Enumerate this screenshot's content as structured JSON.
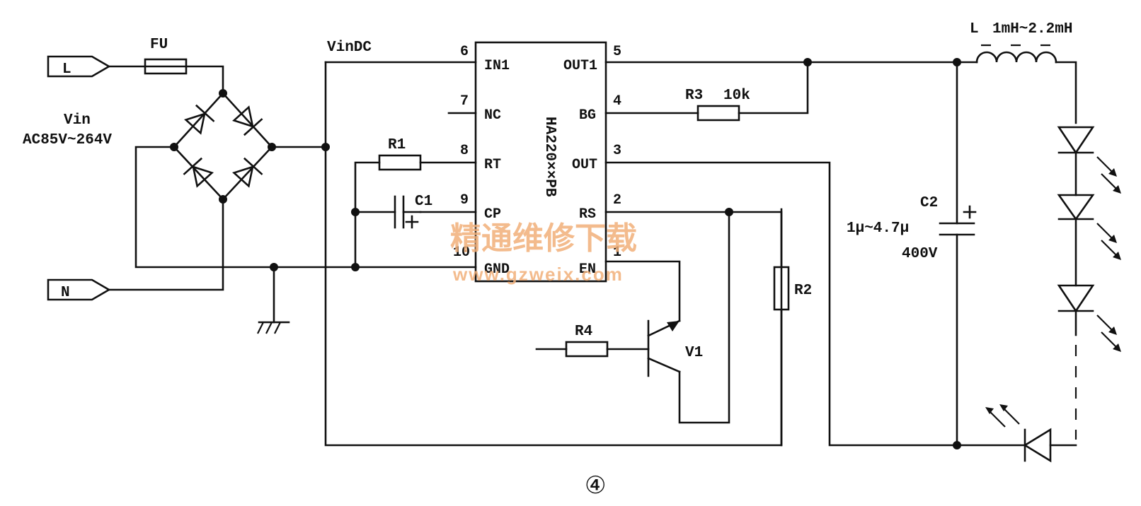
{
  "terminals": {
    "line": "L",
    "neutral": "N"
  },
  "fuse": {
    "label": "FU"
  },
  "input": {
    "title": "Vin",
    "range": "AC85V~264V"
  },
  "bus": {
    "label": "VinDC"
  },
  "ic": {
    "part": "HA220××PB",
    "left_pins": [
      {
        "num": "6",
        "name": "IN1"
      },
      {
        "num": "7",
        "name": "NC"
      },
      {
        "num": "8",
        "name": "RT"
      },
      {
        "num": "9",
        "name": "CP"
      },
      {
        "num": "10",
        "name": "GND"
      }
    ],
    "right_pins": [
      {
        "num": "5",
        "name": "OUT1"
      },
      {
        "num": "4",
        "name": "BG"
      },
      {
        "num": "3",
        "name": "OUT"
      },
      {
        "num": "2",
        "name": "RS"
      },
      {
        "num": "1",
        "name": "EN"
      }
    ]
  },
  "components": {
    "r1": "R1",
    "c1": "C1",
    "r2": "R2",
    "r3": "R3",
    "r3_value": "10k",
    "r4": "R4",
    "v1": "V1",
    "c2": "C2",
    "c2_value": "1μ~4.7μ",
    "c2_voltage": "400V",
    "inductor": "L",
    "inductor_value": "1mH~2.2mH"
  },
  "watermark": {
    "cn": "精通维修下载",
    "url": "www.gzweix.com",
    "color": "#f1b07a"
  },
  "figure_number": "④"
}
